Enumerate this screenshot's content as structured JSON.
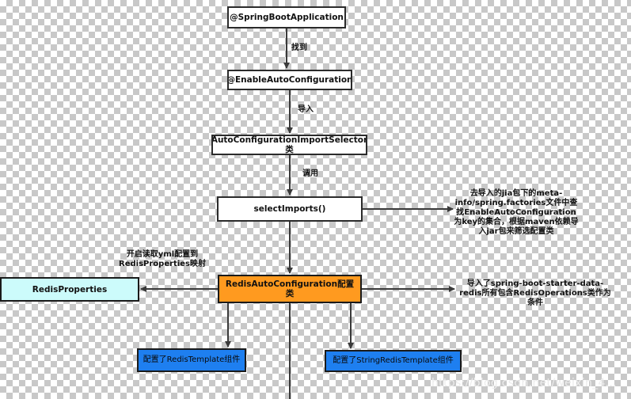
{
  "nodes": {
    "app": "@SpringBootApplication",
    "enable": "@EnableAutoConfiguration",
    "selector": "AutoConfigurationImportSelector类",
    "select_imports": "selectImports()",
    "redis_auto": "RedisAutoConfiguration配置类",
    "redis_props": "RedisProperties",
    "redis_template": "配置了RedisTemplate组件",
    "string_redis_template": "配置了StringRedisTemplate组件"
  },
  "edge_labels": {
    "find": "找到",
    "import": "导入",
    "call": "调用"
  },
  "notes": {
    "meta_inf": "去导入的jia包下的meta-info/spring.factories文件中查找EnableAutoConfiguration为key的集合，根据maven依赖导入jar包来筛选配置类",
    "yml": "开启读取yml配置到RedisProperties映射",
    "starter": "导入了spring-boot-starter-data-redis所有包含RedisOperations类作为条件"
  },
  "watermark": "https://blog.csdn.net/weixin_4...",
  "colors": {
    "orange": "#ff9a1f",
    "cyan": "#ccfbfb",
    "blue": "#1e7ff0",
    "line": "#3a3a3a"
  }
}
